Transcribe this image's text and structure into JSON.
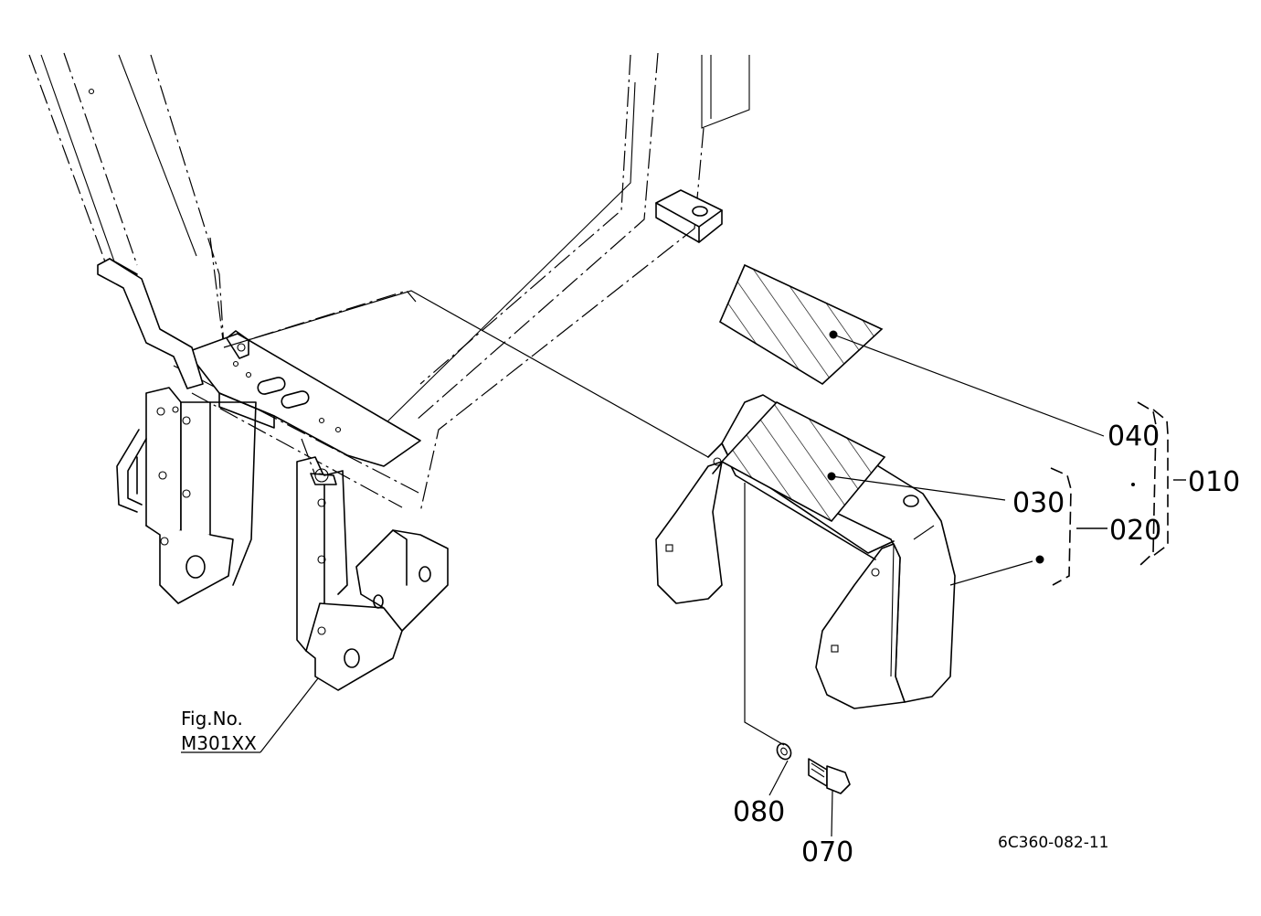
{
  "figure_reference": {
    "prefix": "Fig.No.",
    "number": "M301XX"
  },
  "drawing_code": "6C360-082-11",
  "part_labels": {
    "p010": "010",
    "p020": "020",
    "p030": "030",
    "p040": "040",
    "p070": "070",
    "p080": "080"
  }
}
